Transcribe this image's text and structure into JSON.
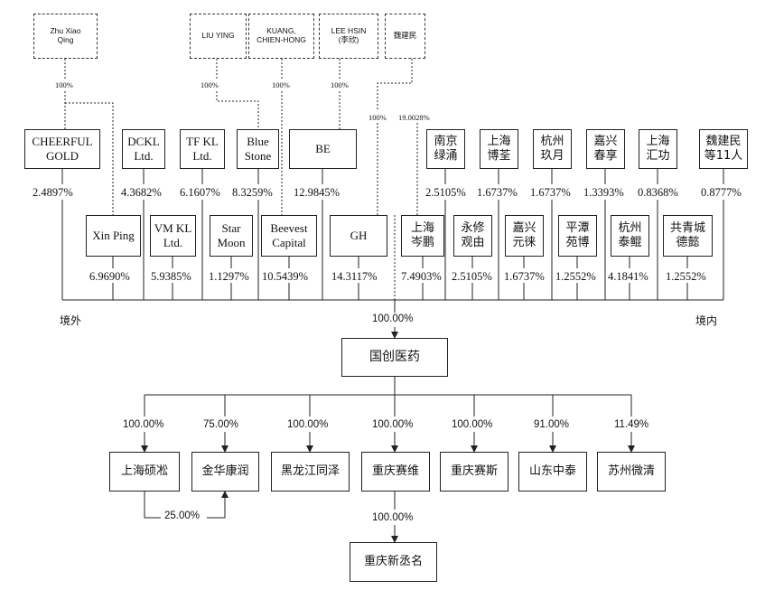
{
  "individuals": {
    "zhu": "Zhu Xiao\nQing",
    "liu": "LIU YING",
    "kuang": "KUANG,\nCHIEN-HONG",
    "lee": "LEE HSIN\n(李欣)",
    "wei": "魏建民"
  },
  "individual_pcts": {
    "zhu": "100%",
    "liu": "100%",
    "kuang": "100%",
    "lee": "100%",
    "wei_gh": "100%",
    "wei_cp": "19.0028%"
  },
  "top_row": [
    {
      "name": "CHEERFUL\nGOLD",
      "pct": "2.4897%"
    },
    {
      "name": "DCKL\nLtd.",
      "pct": "4.3682%"
    },
    {
      "name": "TF KL\nLtd.",
      "pct": "6.1607%"
    },
    {
      "name": "Blue\nStone",
      "pct": "8.3259%"
    },
    {
      "name": "BE",
      "pct": "12.9845%"
    },
    {
      "name": "南京\n绿涌",
      "pct": "2.5105%"
    },
    {
      "name": "上海\n博荃",
      "pct": "1.6737%"
    },
    {
      "name": "杭州\n玖月",
      "pct": "1.6737%"
    },
    {
      "name": "嘉兴\n春享",
      "pct": "1.3393%"
    },
    {
      "name": "上海\n汇功",
      "pct": "0.8368%"
    },
    {
      "name": "魏建民\n等11人",
      "pct": "0.8777%"
    }
  ],
  "second_row": [
    {
      "name": "Xin Ping",
      "pct": "6.9690%"
    },
    {
      "name": "VM KL\nLtd.",
      "pct": "5.9385%"
    },
    {
      "name": "Star\nMoon",
      "pct": "1.1297%"
    },
    {
      "name": "Beevest\nCapital",
      "pct": "10.5439%"
    },
    {
      "name": "GH",
      "pct": "14.3117%"
    },
    {
      "name": "上海\n岑鹏",
      "pct": "7.4903%"
    },
    {
      "name": "永修\n观由",
      "pct": "2.5105%"
    },
    {
      "name": "嘉兴\n元徕",
      "pct": "1.6737%"
    },
    {
      "name": "平潭\n苑博",
      "pct": "1.2552%"
    },
    {
      "name": "杭州\n泰鲲",
      "pct": "4.1841%"
    },
    {
      "name": "共青城\n德懿",
      "pct": "1.2552%"
    }
  ],
  "regions": {
    "overseas": "境外",
    "domestic": "境内"
  },
  "center": {
    "name": "国创医药",
    "pct": "100.00%"
  },
  "subsidiaries": [
    {
      "name": "上海硕凇",
      "pct": "100.00%"
    },
    {
      "name": "金华康润",
      "pct": "75.00%"
    },
    {
      "name": "黑龙江同泽",
      "pct": "100.00%"
    },
    {
      "name": "重庆赛维",
      "pct": "100.00%"
    },
    {
      "name": "重庆赛斯",
      "pct": "100.00%"
    },
    {
      "name": "山东中泰",
      "pct": "91.00%"
    },
    {
      "name": "苏州微清",
      "pct": "11.49%"
    }
  ],
  "cross_pct": "25.00%",
  "grandchild": {
    "name": "重庆新丞名",
    "pct": "100.00%"
  }
}
